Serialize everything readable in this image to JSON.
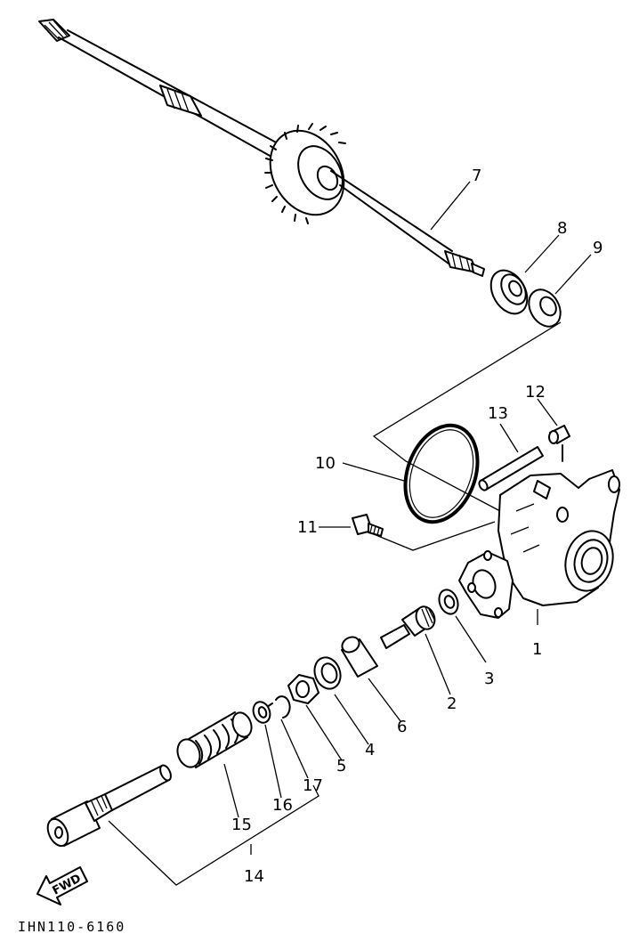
{
  "callouts": {
    "c1": "1",
    "c2": "2",
    "c3": "3",
    "c4": "4",
    "c5": "5",
    "c6": "6",
    "c7": "7",
    "c8": "8",
    "c9": "9",
    "c10": "10",
    "c11": "11",
    "c12": "12",
    "c13": "13",
    "c14": "14",
    "c15": "15",
    "c16": "16",
    "c17": "17"
  },
  "fwd_label": "FWD",
  "drawing_code": "IHN110-6160"
}
